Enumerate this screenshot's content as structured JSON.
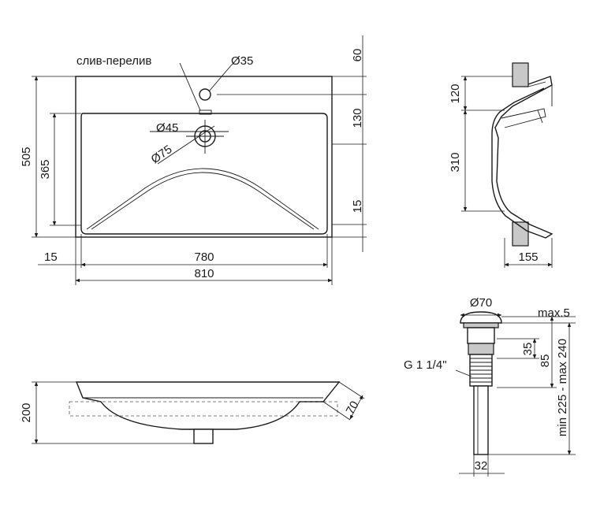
{
  "top_view": {
    "label_overflow": "слив-перелив",
    "dim_hole_35": "Ø35",
    "dim_drain_45": "Ø45",
    "dim_drain_75": "Ø75",
    "dim_60": "60",
    "dim_130": "130",
    "dim_15_right": "15",
    "dim_505": "505",
    "dim_365": "365",
    "dim_15_bottom": "15",
    "dim_780": "780",
    "dim_810": "810"
  },
  "section_view": {
    "dim_120": "120",
    "dim_310": "310",
    "dim_155": "155"
  },
  "front_view": {
    "dim_200": "200",
    "dim_70": "70"
  },
  "drain_view": {
    "dim_70": "Ø70",
    "dim_max5": "max.5",
    "dim_35": "35",
    "dim_85": "85",
    "thread": "G 1 1/4\"",
    "range": "min 225 - max 240",
    "dim_32": "32"
  }
}
